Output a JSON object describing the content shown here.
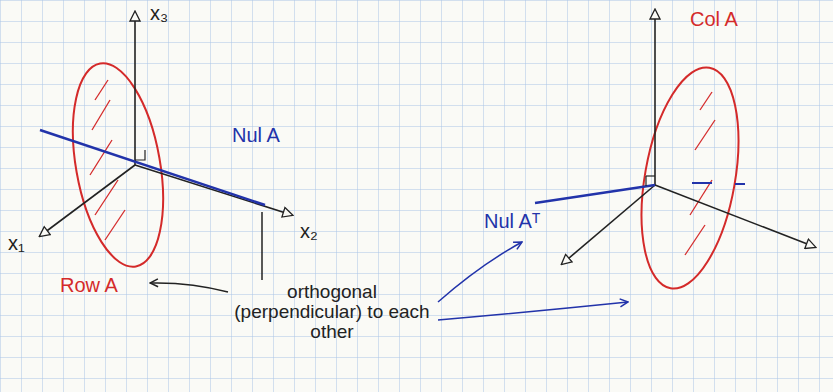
{
  "diagram": {
    "labels": [
      "x₃",
      "x₁",
      "x₂",
      "Nul A",
      "Row A",
      "orthogonal (perpendicular) to each other",
      "Col A",
      "Nul Aᵀ"
    ]
  }
}
